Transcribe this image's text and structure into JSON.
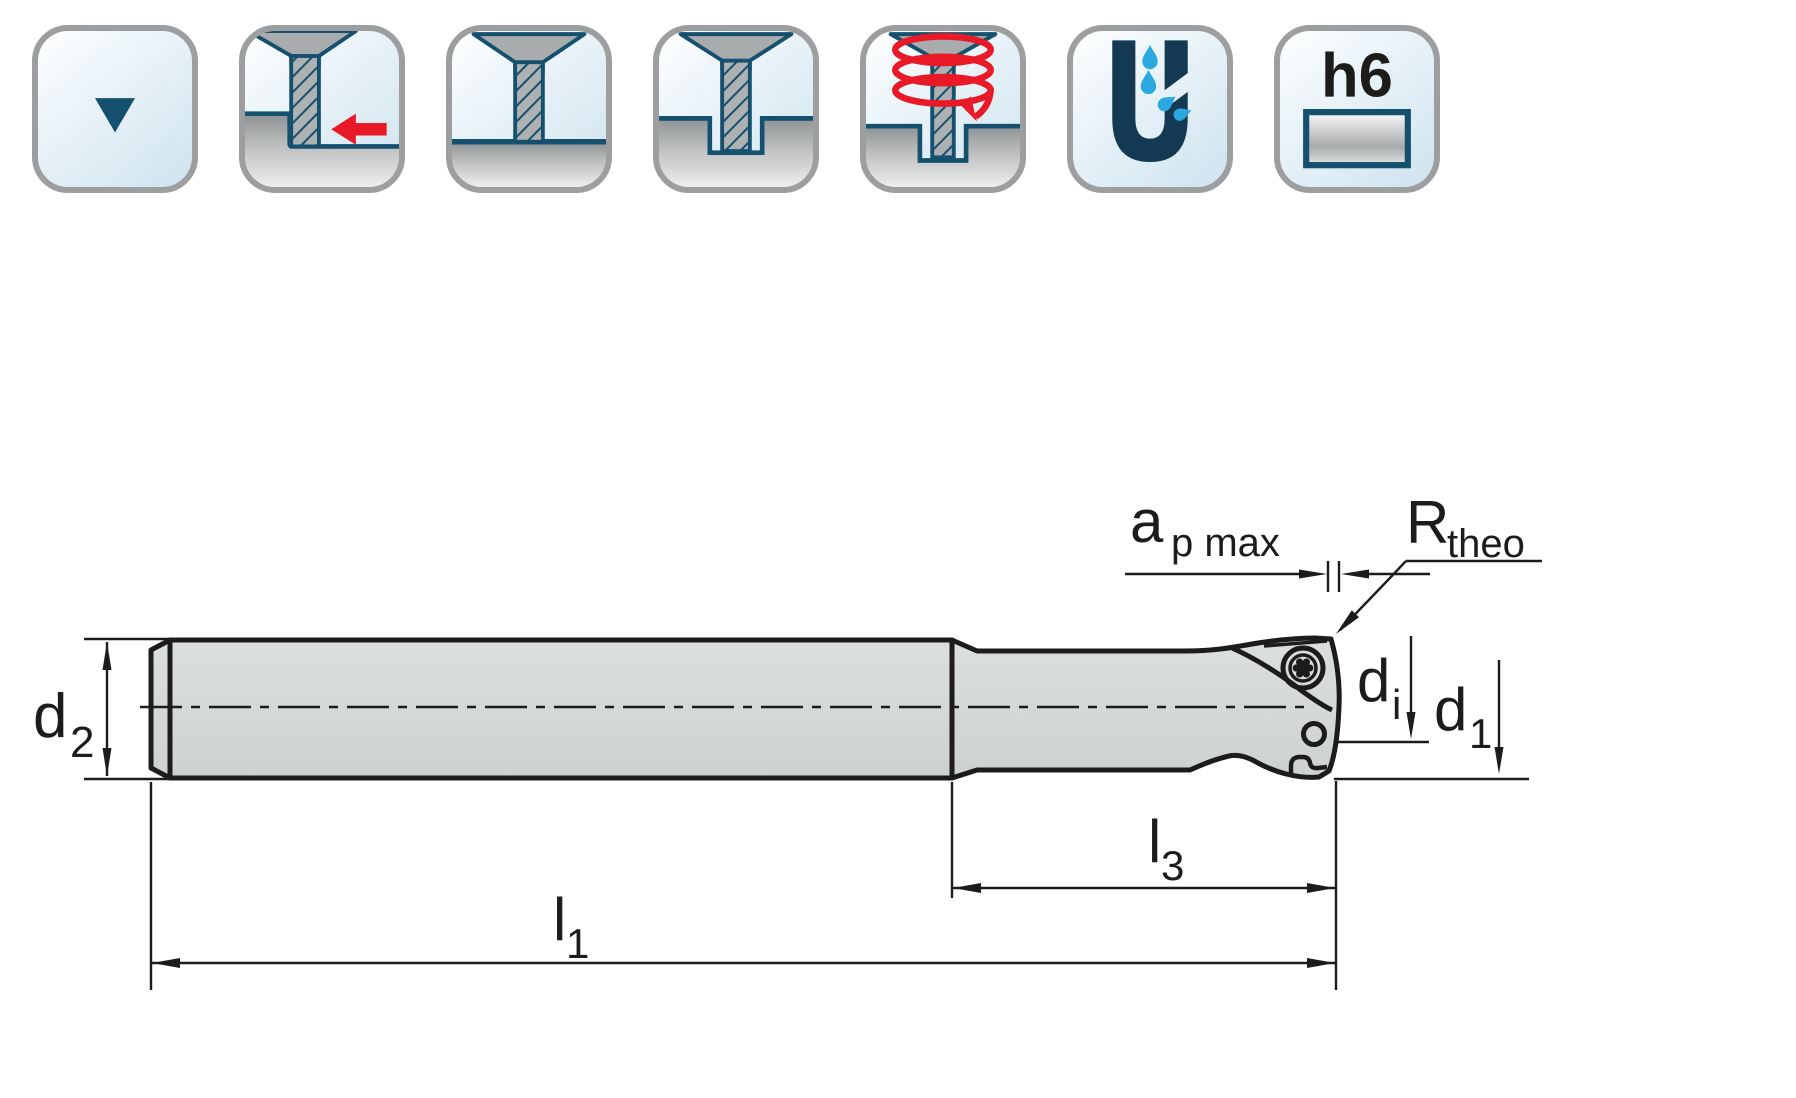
{
  "page": {
    "background": "#ffffff"
  },
  "icon_row": {
    "items": [
      {
        "name": "plunge-capability-icon",
        "label": ""
      },
      {
        "name": "shoulder-milling-capability-icon",
        "label": ""
      },
      {
        "name": "face-milling-capability-icon",
        "label": ""
      },
      {
        "name": "slot-milling-capability-icon",
        "label": ""
      },
      {
        "name": "helical-interpolation-capability-icon",
        "label": ""
      },
      {
        "name": "internal-coolant-capability-icon",
        "label": ""
      },
      {
        "name": "shank-tolerance-capability-icon",
        "label": "h6"
      }
    ]
  },
  "drawing": {
    "labels": {
      "ap_max": {
        "main": "a",
        "sub": "p max"
      },
      "r_theo": {
        "main": "R",
        "sub": "theo"
      },
      "d2": {
        "main": "d",
        "sub": "2"
      },
      "di": {
        "main": "d",
        "sub": "i"
      },
      "d1": {
        "main": "d",
        "sub": "1"
      },
      "l3": {
        "main": "l",
        "sub": "3"
      },
      "l1": {
        "main": "l",
        "sub": "1"
      }
    },
    "colors": {
      "outline": "#1c1c1c",
      "body_fill": "#d5d8d9",
      "icon_navy": "#15506e",
      "coolant_navy": "#133a52",
      "icon_red": "#e81a27",
      "drop_blue": "#2aa9e1",
      "icon_border_gray": "#9c9ea0"
    }
  }
}
